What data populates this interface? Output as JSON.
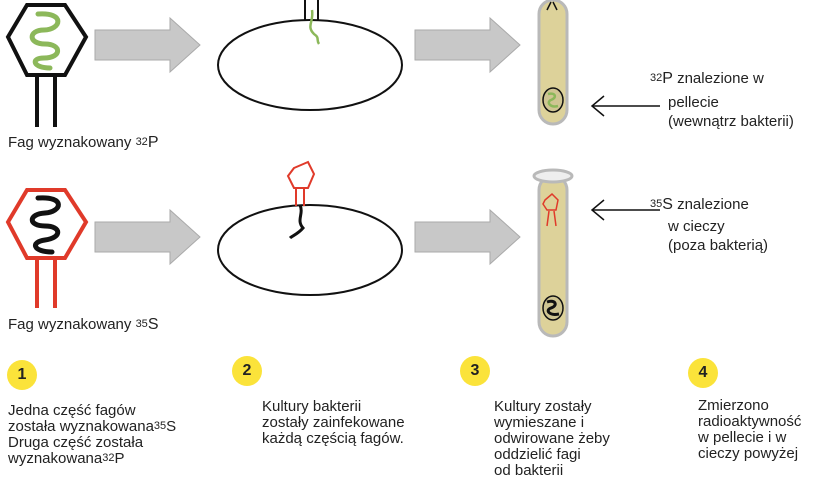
{
  "labels": {
    "phage_p32": {
      "prefix": "Fag wyznakowany ",
      "iso": "32",
      "element": "P"
    },
    "phage_s35": {
      "prefix": "Fag wyznakowany ",
      "iso": "35",
      "element": "S"
    },
    "result_p32": {
      "iso": "32",
      "element": "P",
      "line1_suffix": " znalezione w",
      "line2": "pellecie",
      "line3": "(wewnątrz bakterii)"
    },
    "result_s35": {
      "iso": "35",
      "element": "S",
      "line1_suffix": " znalezione",
      "line2": "w cieczy",
      "line3": "(poza bakterią)"
    }
  },
  "steps": [
    {
      "number": "1",
      "line1": "Jedna część fagów",
      "line2": "została wyznakowana",
      "line2_iso": "35",
      "line2_el": "S",
      "line3": "Druga część została",
      "line4": "wyznakowana",
      "line4_iso": "32",
      "line4_el": "P"
    },
    {
      "number": "2",
      "line1": "Kultury bakterii",
      "line2": "zostały zainfekowane",
      "line3": "każdą częścią fagów."
    },
    {
      "number": "3",
      "line1": "Kultury zostały",
      "line2": "wymieszane i",
      "line3": "odwirowane żeby",
      "line4": "oddzielić fagi",
      "line5": "od bakterii"
    },
    {
      "number": "4",
      "line1": "Zmierzono",
      "line2": "radioaktywność",
      "line3": "w pellecie i w",
      "line4": "cieczy powyżej"
    }
  ],
  "colors": {
    "dna_green": "#8cb85a",
    "capsid_red": "#e03a2a",
    "arrow_gray": "#c8c8c8",
    "tube_liquid": "#ddd29a",
    "badge_yellow": "#fbe33a"
  }
}
